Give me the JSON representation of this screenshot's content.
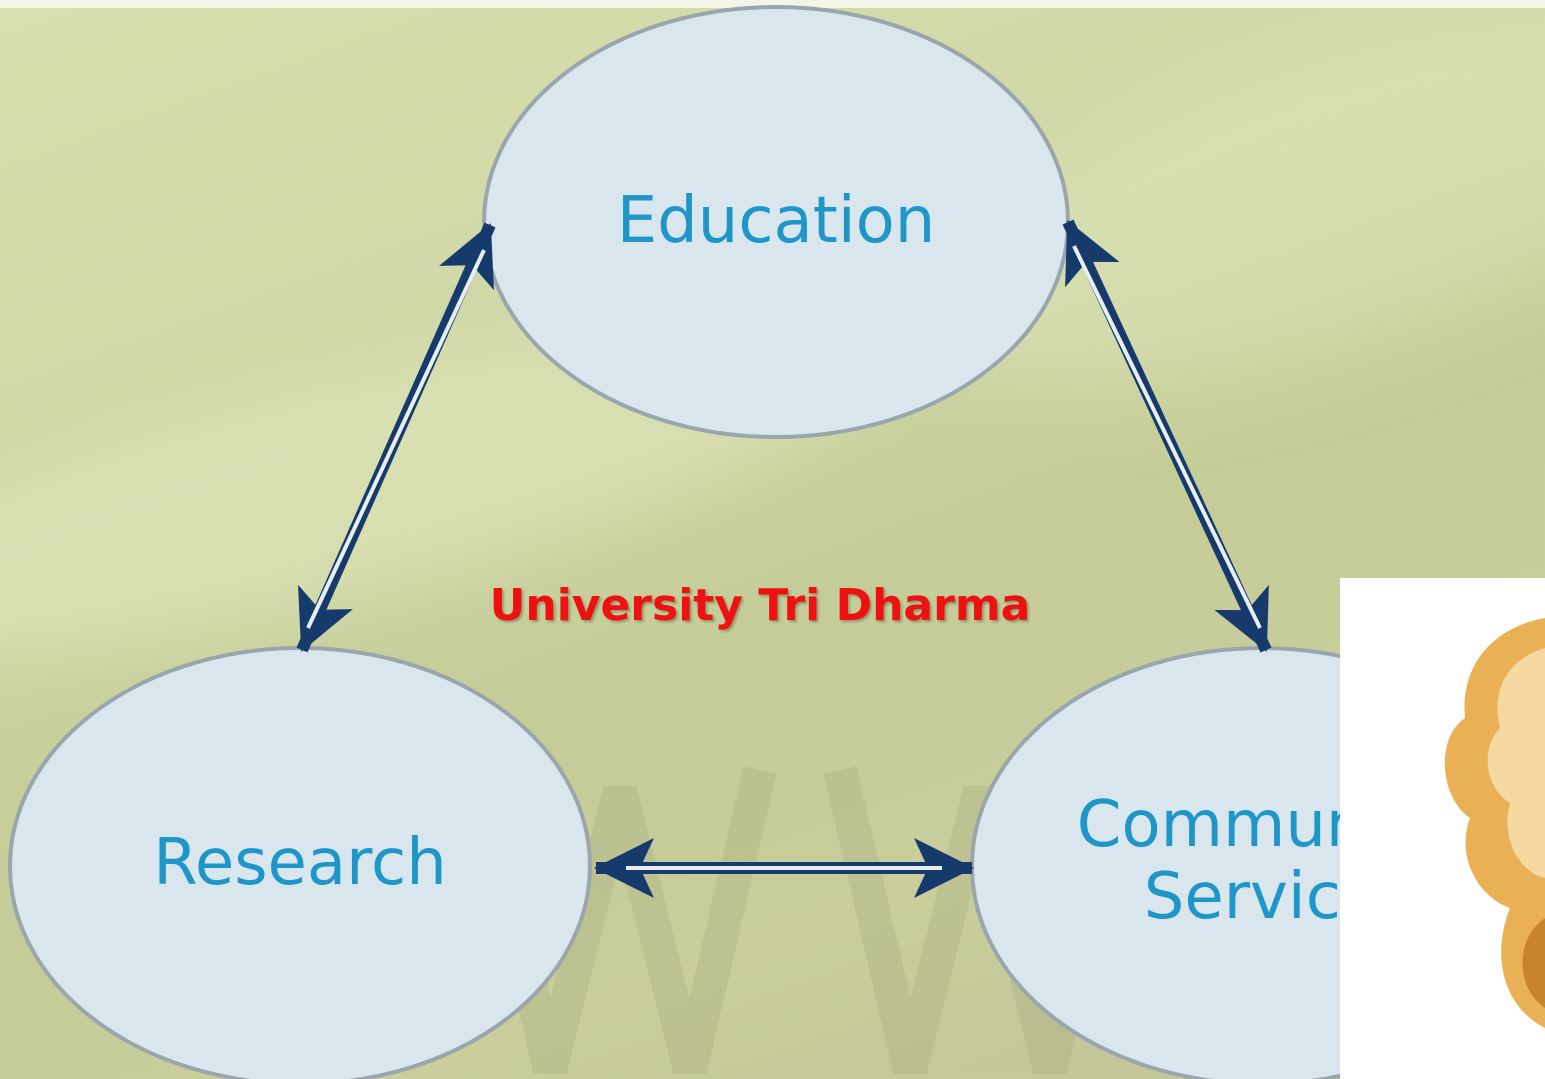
{
  "diagram": {
    "title": "University Tri Dharma",
    "nodes": {
      "education": "Education",
      "research": "Research",
      "community_line1": "Community",
      "community_line2": "Service"
    },
    "edges": [
      {
        "from": "Education",
        "to": "Research",
        "type": "bidirectional"
      },
      {
        "from": "Education",
        "to": "Community Service",
        "type": "bidirectional"
      },
      {
        "from": "Research",
        "to": "Community Service",
        "type": "bidirectional"
      }
    ]
  },
  "colors": {
    "node_fill": "#d9e6ee",
    "node_stroke": "#9aa6ab",
    "node_text": "#1e96c8",
    "arrow": "#163a6b",
    "title_text": "#ee1111"
  }
}
